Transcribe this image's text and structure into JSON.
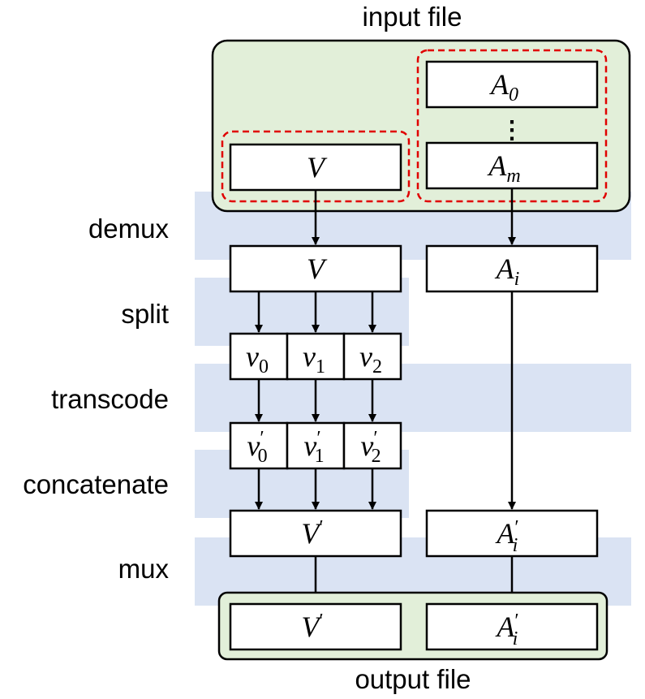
{
  "colors": {
    "band": "#dae3f3",
    "container_fill": "#e2efd9",
    "dashed": "#e00000",
    "stroke": "#000000",
    "box_fill": "#ffffff"
  },
  "titles": {
    "input": "input file",
    "output": "output file"
  },
  "stages": {
    "demux": "demux",
    "split": "split",
    "transcode": "transcode",
    "concatenate": "concatenate",
    "mux": "mux"
  },
  "symbols": {
    "V": "V",
    "A": "A",
    "v": "v",
    "prime": "′",
    "ellipsis": "⋮",
    "sub_0": "0",
    "sub_1": "1",
    "sub_2": "2",
    "sub_m": "m",
    "sub_i": "i"
  }
}
